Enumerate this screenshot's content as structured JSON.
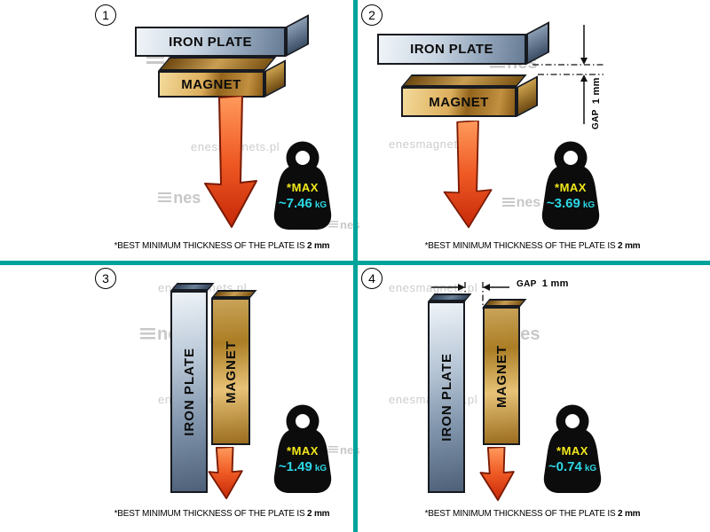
{
  "page": {
    "background": "#ffffff",
    "divider_color": "#00a39a"
  },
  "watermark": {
    "site": "enesmagnets.pl",
    "logo_suffix": "nes"
  },
  "shared": {
    "iron_plate_label": "IRON PLATE",
    "magnet_label": "MAGNET",
    "max_label": "*MAX",
    "unit": "kG",
    "gap_word": "GAP",
    "gap_value": "1 mm",
    "caption_text": "*BEST MINIMUM THICKNESS OF THE PLATE IS",
    "caption_bold": "2 mm"
  },
  "quadrants": [
    {
      "number": "1",
      "max_value": "~7.46",
      "orientation": "horizontal",
      "gap": false
    },
    {
      "number": "2",
      "max_value": "~3.69",
      "orientation": "horizontal",
      "gap": true
    },
    {
      "number": "3",
      "max_value": "~1.49",
      "orientation": "vertical",
      "gap": false
    },
    {
      "number": "4",
      "max_value": "~0.74",
      "orientation": "vertical",
      "gap": true
    }
  ],
  "colors": {
    "arrow_red": "#ef5a24",
    "magnet_gold": "#dcae5c",
    "plate_steel": "#94a7bc",
    "max_yellow": "#f2e71c",
    "value_cyan": "#2bd7e5",
    "weight_black": "#0c0c0c"
  }
}
